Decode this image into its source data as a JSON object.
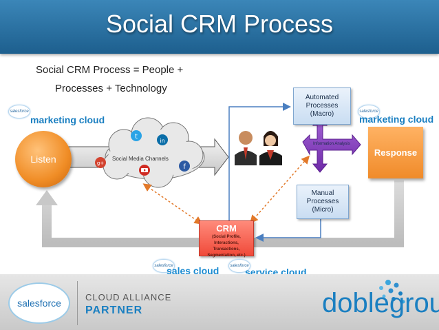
{
  "title": "Social CRM Process",
  "subtitle": {
    "line1": "Social CRM Process = People +",
    "line2": "Processes + Technology"
  },
  "listen": "Listen",
  "response": "Response",
  "social_media_channels": "Social Media Channels",
  "automated": {
    "line1": "Automated",
    "line2": "Processes",
    "line3": "(Macro)"
  },
  "manual": {
    "line1": "Manual",
    "line2": "Processes",
    "line3": "(Micro)"
  },
  "information_analysis": "Information Analysis",
  "crm": {
    "title": "CRM",
    "desc1": "(Social Profile,",
    "desc2": "Interactions,",
    "desc3": "Transactions,",
    "desc4": "Segmentation, etc.)"
  },
  "clouds": {
    "marketing_left": "marketing cloud",
    "marketing_right": "marketing cloud",
    "sales": "sales cloud",
    "service": "service cloud",
    "badge": "salesforce"
  },
  "social_icons": [
    "twitter-icon",
    "linkedin-icon",
    "google-plus-icon",
    "youtube-icon",
    "facebook-icon"
  ],
  "footer": {
    "salesforce_logo": "salesforce",
    "cloud_alliance": "CLOUD ALLIANCE",
    "partner": "PARTNER",
    "doblegroup": "doblegroup"
  },
  "colors": {
    "title_bar": "#2a73a6",
    "listen": "#f08d26",
    "response": "#f08b2a",
    "crm": "#f04a3a",
    "process_arrow": "#8b44c4",
    "connector_blue": "#4a7fc0",
    "connector_dashed": "#e2792a",
    "feedback_gray": "#c8c8c8",
    "brand_blue": "#1a7fc1"
  }
}
